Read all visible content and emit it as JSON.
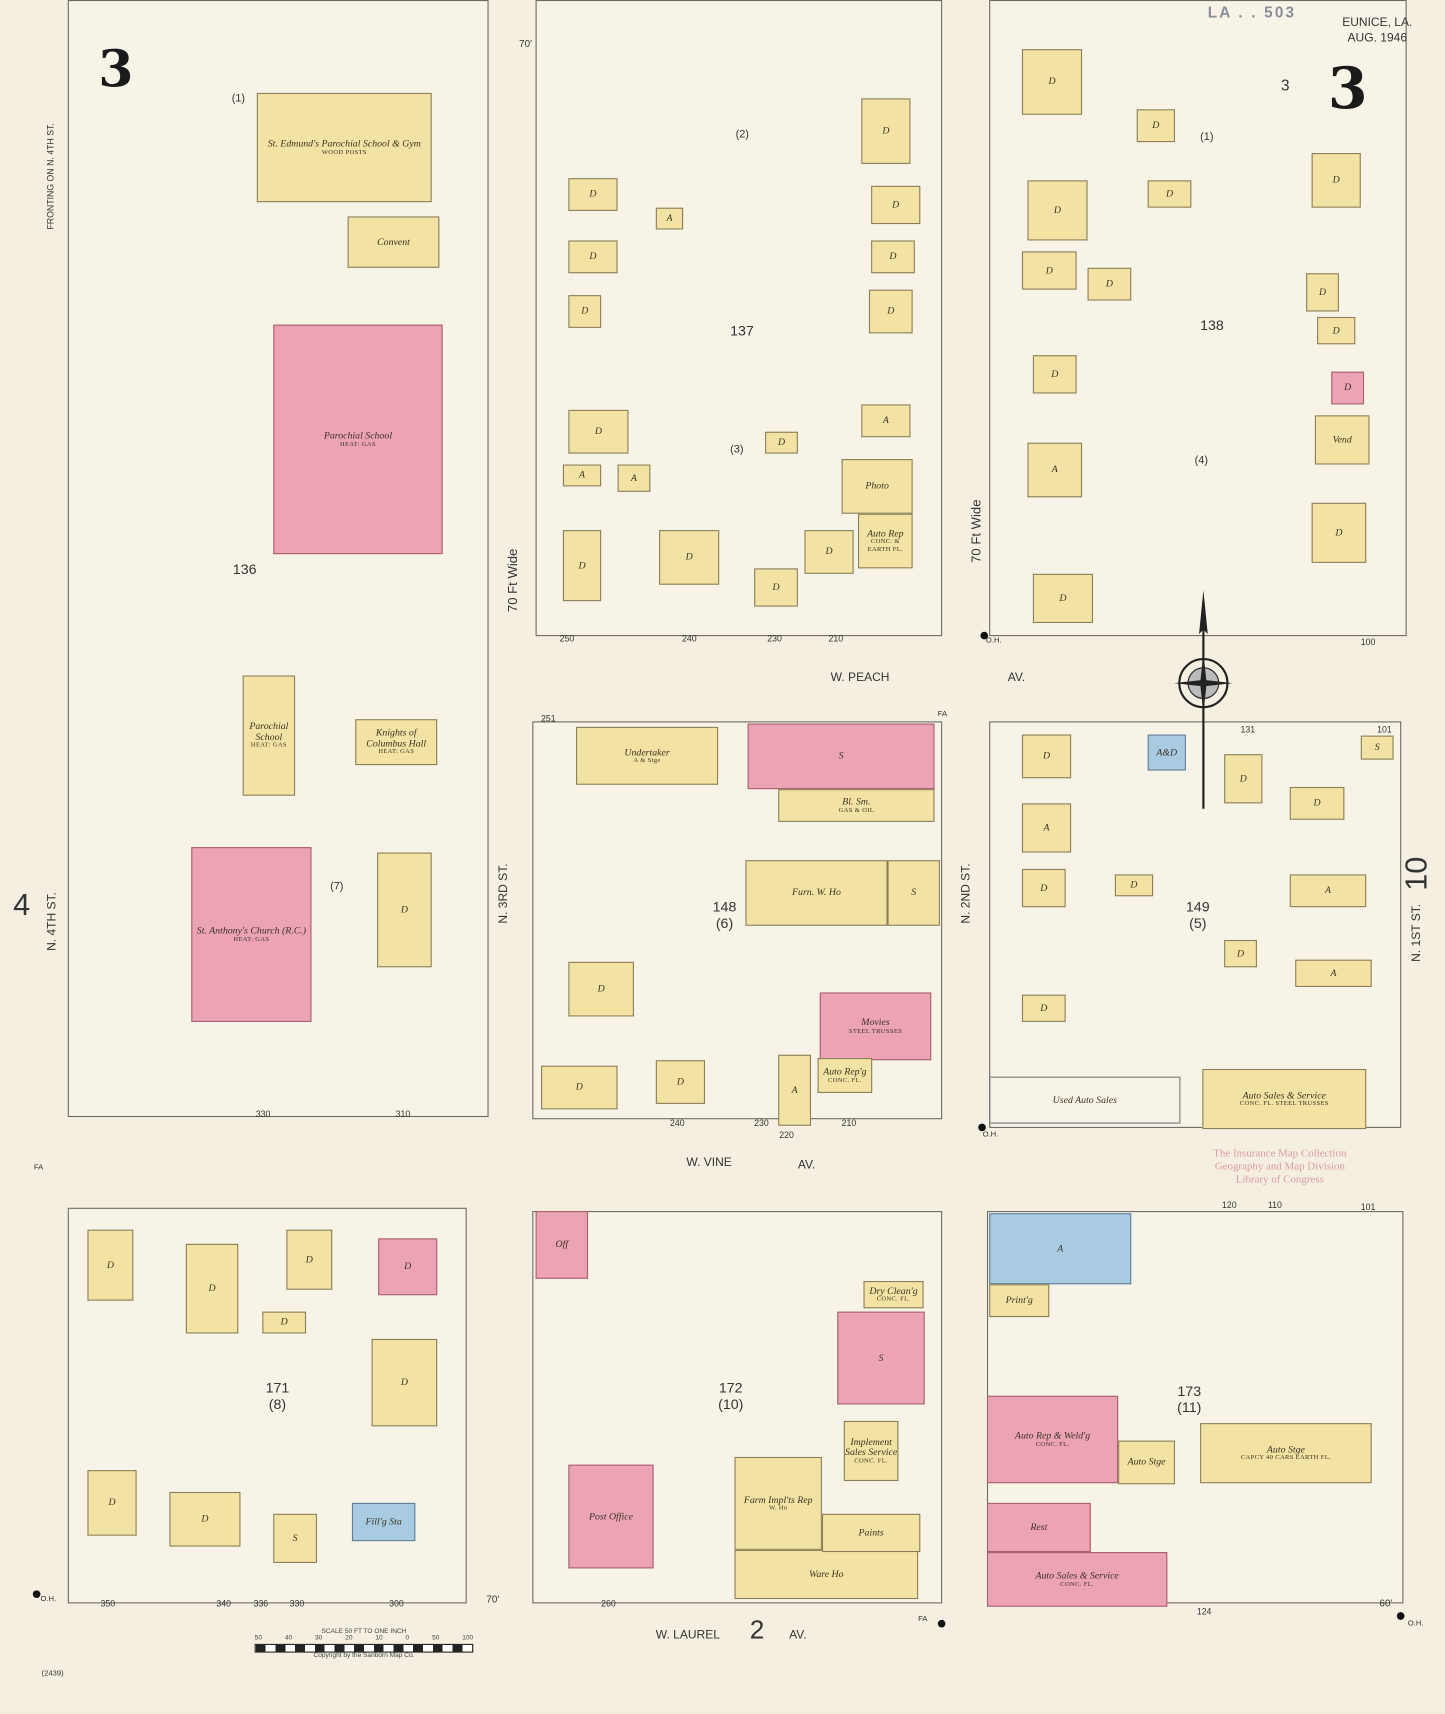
{
  "title": {
    "city": "EUNICE, LA.",
    "date": "AUG. 1946",
    "sheet_ref": "LA . . 503",
    "sheet_number": "3",
    "sheet_number_small": "3"
  },
  "colors": {
    "frame": "#f2e3a4",
    "brick": "#eca3b4",
    "stone": "#a9cbe2",
    "paper": "#f4efe1"
  },
  "streets": {
    "peach": "W. PEACH",
    "peach_av": "AV.",
    "vine": "W. VINE",
    "vine_av": "AV.",
    "laurel": "W. LAUREL",
    "laurel_num": "2",
    "laurel_av": "AV.",
    "n3rd": "N. 3RD ST.",
    "n2nd": "N. 2ND ST.",
    "n4th": "N. 4TH ST.",
    "n1st": "N. 1ST ST.",
    "wide1": "70 Ft Wide",
    "wide2": "70 Ft Wide",
    "adjacent_left": "4",
    "adjacent_right": "10",
    "fronting": "FRONTING ON N. 4TH ST."
  },
  "blocks": [
    {
      "number": "136",
      "sub": ""
    },
    {
      "number": "137",
      "sub": ""
    },
    {
      "number": "138",
      "sub": ""
    },
    {
      "number": "148",
      "sub": "(6)"
    },
    {
      "number": "149",
      "sub": "(5)"
    },
    {
      "number": "171",
      "sub": "(8)"
    },
    {
      "number": "172",
      "sub": "(10)"
    },
    {
      "number": "173",
      "sub": "(11)"
    }
  ],
  "buildings": [
    {
      "label": "St. Edmund's Parochial School & Gym",
      "sub": "WOOD POSTS",
      "type": "frame"
    },
    {
      "label": "Convent",
      "sub": "",
      "type": "frame"
    },
    {
      "label": "Parochial School",
      "sub": "HEAT: GAS",
      "type": "brick"
    },
    {
      "label": "Parochial School",
      "sub": "HEAT: GAS",
      "type": "frame"
    },
    {
      "label": "Knights of Columbus Hall",
      "sub": "HEAT: GAS",
      "type": "frame"
    },
    {
      "label": "St. Anthony's Church (R.C.)",
      "sub": "HEAT: GAS",
      "type": "brick"
    },
    {
      "label": "D",
      "sub": "",
      "type": "frame"
    },
    {
      "label": "Undertaker",
      "sub": "A & Stge",
      "type": "frame"
    },
    {
      "label": "S",
      "sub": "",
      "type": "brick"
    },
    {
      "label": "Bl. Sm.",
      "sub": "GAS & OIL",
      "type": "frame"
    },
    {
      "label": "Furn. W. Ho",
      "sub": "",
      "type": "frame"
    },
    {
      "label": "S",
      "sub": "",
      "type": "frame"
    },
    {
      "label": "Movies",
      "sub": "STEEL TRUSSES",
      "type": "brick"
    },
    {
      "label": "Auto Rep'g",
      "sub": "CONC. FL.",
      "type": "frame"
    },
    {
      "label": "D",
      "sub": "",
      "type": "frame"
    },
    {
      "label": "D",
      "sub": "",
      "type": "frame"
    },
    {
      "label": "Used Auto Sales",
      "sub": "",
      "type": "outline"
    },
    {
      "label": "Auto Sales & Service",
      "sub": "CONC. FL. STEEL TRUSSES",
      "type": "frame"
    },
    {
      "label": "A&D",
      "sub": "",
      "type": "stone"
    },
    {
      "label": "Off",
      "sub": "",
      "type": "brick"
    },
    {
      "label": "Post Office",
      "sub": "",
      "type": "brick"
    },
    {
      "label": "Fill'g Sta",
      "sub": "",
      "type": "stone"
    },
    {
      "label": "D",
      "sub": "",
      "type": "brick"
    },
    {
      "label": "D",
      "sub": "",
      "type": "frame"
    },
    {
      "label": "D",
      "sub": "",
      "type": "frame"
    },
    {
      "label": "D",
      "sub": "",
      "type": "frame"
    },
    {
      "label": "Dry Clean'g",
      "sub": "CONC. FL.",
      "type": "frame"
    },
    {
      "label": "S",
      "sub": "",
      "type": "brick"
    },
    {
      "label": "Implement Sales Service",
      "sub": "CONC. FL.",
      "type": "frame"
    },
    {
      "label": "Farm Impl'ts Rep",
      "sub": "W. Ho",
      "type": "frame"
    },
    {
      "label": "Ware Ho",
      "sub": "",
      "type": "frame"
    },
    {
      "label": "Paints",
      "sub": "",
      "type": "frame"
    },
    {
      "label": "A",
      "sub": "",
      "type": "stone"
    },
    {
      "label": "Print'g",
      "sub": "",
      "type": "frame"
    },
    {
      "label": "Auto Rep & Weld'g",
      "sub": "CONC. FL.",
      "type": "brick"
    },
    {
      "label": "Auto Stge",
      "sub": "",
      "type": "frame"
    },
    {
      "label": "Rest",
      "sub": "",
      "type": "brick"
    },
    {
      "label": "Auto Sales & Service",
      "sub": "CONC. FL.",
      "type": "brick"
    },
    {
      "label": "Auto Stge",
      "sub": "CAPCY 40 CARS EARTH FL.",
      "type": "frame"
    },
    {
      "label": "Photo",
      "sub": "",
      "type": "frame"
    },
    {
      "label": "Auto Rep",
      "sub": "CONC. & EARTH FL.",
      "type": "frame"
    },
    {
      "label": "Vend",
      "sub": "",
      "type": "frame"
    },
    {
      "label": "D",
      "sub": "",
      "type": "brick"
    },
    {
      "label": "D",
      "sub": "",
      "type": "frame"
    },
    {
      "label": "D",
      "sub": "",
      "type": "frame"
    },
    {
      "label": "D",
      "sub": "",
      "type": "frame"
    },
    {
      "label": "D",
      "sub": "",
      "type": "frame"
    },
    {
      "label": "D",
      "sub": "",
      "type": "frame"
    },
    {
      "label": "D",
      "sub": "",
      "type": "frame"
    },
    {
      "label": "D",
      "sub": "",
      "type": "frame"
    },
    {
      "label": "D",
      "sub": "",
      "type": "frame"
    },
    {
      "label": "D",
      "sub": "",
      "type": "frame"
    },
    {
      "label": "D",
      "sub": "",
      "type": "frame"
    },
    {
      "label": "D",
      "sub": "",
      "type": "frame"
    },
    {
      "label": "D",
      "sub": "",
      "type": "frame"
    },
    {
      "label": "A",
      "sub": "",
      "type": "frame"
    },
    {
      "label": "A",
      "sub": "",
      "type": "frame"
    },
    {
      "label": "A",
      "sub": "",
      "type": "frame"
    },
    {
      "label": "A",
      "sub": "",
      "type": "frame"
    },
    {
      "label": "D",
      "sub": "",
      "type": "frame"
    },
    {
      "label": "D",
      "sub": "",
      "type": "frame"
    },
    {
      "label": "D",
      "sub": "",
      "type": "frame"
    },
    {
      "label": "D",
      "sub": "",
      "type": "frame"
    },
    {
      "label": "D",
      "sub": "",
      "type": "frame"
    },
    {
      "label": "D",
      "sub": "",
      "type": "frame"
    },
    {
      "label": "D",
      "sub": "",
      "type": "frame"
    },
    {
      "label": "A",
      "sub": "",
      "type": "frame"
    },
    {
      "label": "D",
      "sub": "",
      "type": "frame"
    },
    {
      "label": "D",
      "sub": "",
      "type": "frame"
    },
    {
      "label": "D",
      "sub": "",
      "type": "frame"
    },
    {
      "label": "D",
      "sub": "",
      "type": "frame"
    },
    {
      "label": "D",
      "sub": "",
      "type": "frame"
    },
    {
      "label": "D",
      "sub": "",
      "type": "frame"
    },
    {
      "label": "D",
      "sub": "",
      "type": "frame"
    },
    {
      "label": "A",
      "sub": "",
      "type": "frame"
    },
    {
      "label": "D",
      "sub": "",
      "type": "frame"
    },
    {
      "label": "A",
      "sub": "",
      "type": "frame"
    },
    {
      "label": "D",
      "sub": "",
      "type": "frame"
    },
    {
      "label": "D",
      "sub": "",
      "type": "frame"
    },
    {
      "label": "S",
      "sub": "",
      "type": "frame"
    },
    {
      "label": "D",
      "sub": "",
      "type": "frame"
    },
    {
      "label": "D",
      "sub": "",
      "type": "frame"
    },
    {
      "label": "S",
      "sub": "",
      "type": "frame"
    },
    {
      "label": "D",
      "sub": "",
      "type": "frame"
    },
    {
      "label": "A",
      "sub": "",
      "type": "frame"
    },
    {
      "label": "A",
      "sub": "",
      "type": "frame"
    },
    {
      "label": "D",
      "sub": "",
      "type": "frame"
    },
    {
      "label": "D",
      "sub": "",
      "type": "frame"
    },
    {
      "label": "D",
      "sub": "",
      "type": "frame"
    },
    {
      "label": "D",
      "sub": "",
      "type": "frame"
    },
    {
      "label": "D",
      "sub": "",
      "type": "frame"
    },
    {
      "label": "D",
      "sub": "",
      "type": "frame"
    },
    {
      "label": "A",
      "sub": "",
      "type": "frame"
    },
    {
      "label": "D",
      "sub": "",
      "type": "frame"
    }
  ],
  "markers": [
    "(1)",
    "(2)",
    "(3)",
    "(1)",
    "(4)",
    "(7)"
  ],
  "house_numbers": [
    "250",
    "240",
    "230",
    "210",
    "330",
    "310",
    "300",
    "260",
    "100",
    "101",
    "131",
    "251",
    "350",
    "340",
    "336",
    "330",
    "240",
    "230",
    "220",
    "210",
    "120",
    "110",
    "101",
    "124",
    "60'",
    "70'",
    "70'",
    "(2439)"
  ],
  "utility_marks": {
    "oh": "O.H.",
    "fa": "FA"
  },
  "scale": {
    "title": "SCALE 50 FT TO ONE INCH",
    "ticks": [
      "50",
      "40",
      "30",
      "20",
      "10",
      "0",
      "50",
      "100"
    ],
    "copyright": "Copyright by the Sanborn Map Co."
  },
  "stamp": {
    "line1": "The Insurance Map Collection",
    "line2": "Geography and Map Division",
    "line3": "Library of Congress"
  }
}
